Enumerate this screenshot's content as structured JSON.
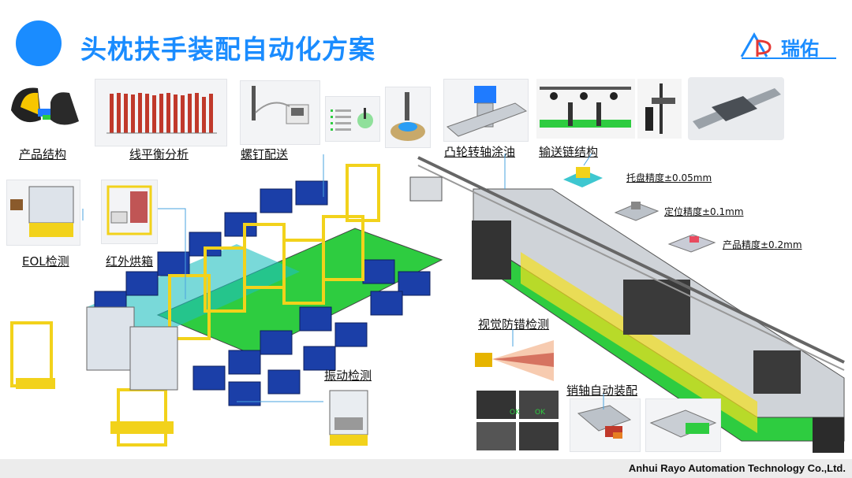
{
  "title": "头枕扶手装配自动化方案",
  "logo": {
    "text": "瑞佑"
  },
  "labels": {
    "product_structure": "产品结构",
    "line_balance": "线平衡分析",
    "screw_feed": "螺钉配送",
    "cam_oiling": "凸轮转轴涂油",
    "conveyor": "输送链结构",
    "tray_precision": "托盘精度±0.05mm",
    "positioning_precision": "定位精度±0.1mm",
    "product_precision": "产品精度±0.2mm",
    "eol": "EOL检测",
    "infrared_oven": "红外烘箱",
    "vision_check": "视觉防错检测",
    "vibration_test": "振动检测",
    "pin_assembly": "销轴自动装配"
  },
  "footer": "Anhui Rayo Automation Technology Co.,Ltd.",
  "colors": {
    "accent": "#1a8cff",
    "frame_yellow": "#f2d21b",
    "bin_blue": "#1b3fa8",
    "green": "#1fc44a"
  }
}
